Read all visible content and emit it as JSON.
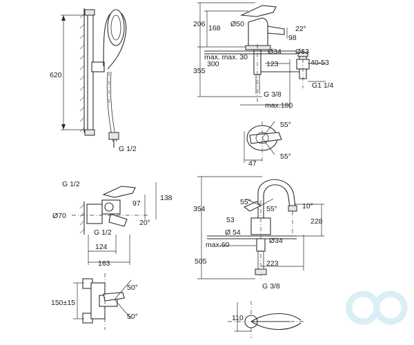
{
  "labels": {
    "rail_height": "620",
    "rail_thread": "G 1/2",
    "basin_206": "206",
    "basin_168": "168",
    "basin_d50": "Ø50",
    "basin_22deg": "22°",
    "basin_98": "98",
    "basin_max30": "max. max. 30",
    "basin_d34": "Ø34",
    "basin_d63": "Ø63",
    "basin_300": "300",
    "basin_123": "123",
    "basin_40_53": "40-53",
    "basin_355": "355",
    "basin_g114": "G1 1/4",
    "basin_g38": "G 3/8",
    "basin_max180": "max.180",
    "lever_55a": "55°",
    "lever_55b": "55°",
    "lever_47": "47",
    "bath_g12": "G 1/2",
    "bath_138": "138",
    "bath_97": "97",
    "bath_d70": "Ø70",
    "bath_20deg": "20°",
    "bath_g12b": "G 1/2",
    "bath_124": "124",
    "bath_163": "163",
    "shower_50a": "50°",
    "shower_150": "150±15",
    "shower_50b": "50°",
    "sink_354": "354",
    "sink_55a": "55°",
    "sink_55b": "55°",
    "sink_10deg": "10°",
    "sink_53": "53",
    "sink_228": "228",
    "sink_d54": "Ø 54",
    "sink_d34": "Ø34",
    "sink_max60": "max.60",
    "sink_505": "505",
    "sink_223": "223",
    "sink_g38": "G 3/8",
    "sink_110": "110"
  }
}
